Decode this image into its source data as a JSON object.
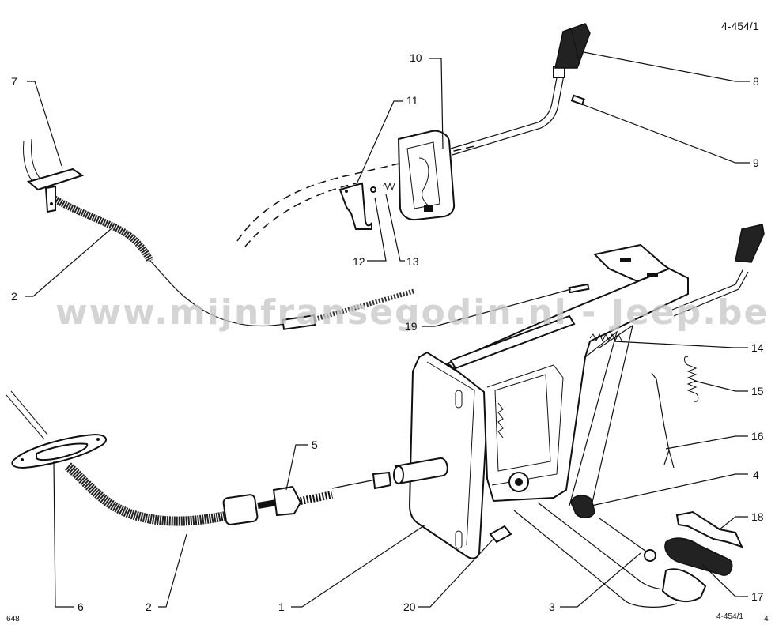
{
  "document": {
    "reference_top": "4-454/1",
    "reference_bottom": "4-454/1",
    "corner_code": "648",
    "page_mark": "4"
  },
  "watermark": "www.mijnfransegodin.nl - Jeep.be",
  "callouts": [
    {
      "id": "c7",
      "text": "7"
    },
    {
      "id": "c10",
      "text": "10"
    },
    {
      "id": "c11",
      "text": "11"
    },
    {
      "id": "c8",
      "text": "8"
    },
    {
      "id": "c9",
      "text": "9"
    },
    {
      "id": "c12",
      "text": "12"
    },
    {
      "id": "c13",
      "text": "13"
    },
    {
      "id": "c2a",
      "text": "2"
    },
    {
      "id": "c19",
      "text": "19"
    },
    {
      "id": "c14",
      "text": "14"
    },
    {
      "id": "c15",
      "text": "15"
    },
    {
      "id": "c16",
      "text": "16"
    },
    {
      "id": "c5",
      "text": "5"
    },
    {
      "id": "c4",
      "text": "4"
    },
    {
      "id": "c18",
      "text": "18"
    },
    {
      "id": "c17",
      "text": "17"
    },
    {
      "id": "c6",
      "text": "6"
    },
    {
      "id": "c2b",
      "text": "2"
    },
    {
      "id": "c1",
      "text": "1"
    },
    {
      "id": "c20",
      "text": "20"
    },
    {
      "id": "c3",
      "text": "3"
    }
  ]
}
